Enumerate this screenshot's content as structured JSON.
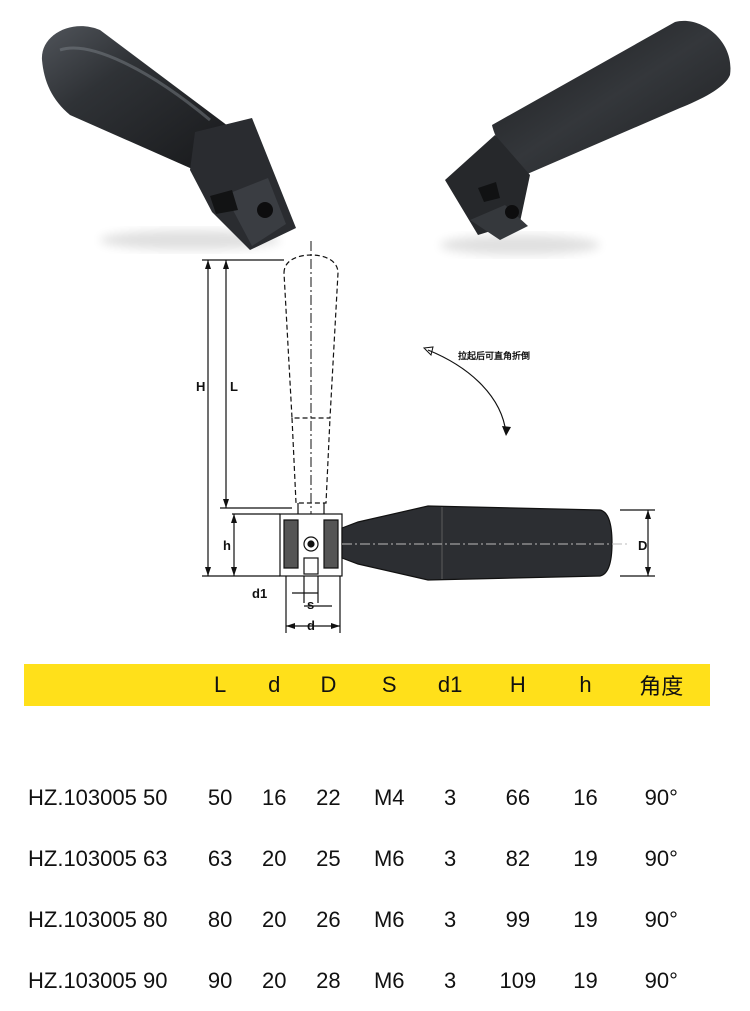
{
  "photos": [
    {
      "name": "handle-photo-left"
    },
    {
      "name": "handle-photo-right"
    }
  ],
  "drawing": {
    "labels": {
      "H": "H",
      "L": "L",
      "h": "h",
      "D": "D",
      "d1": "d1",
      "s": "s",
      "d": "d"
    },
    "note": "拉起后可直角折倒"
  },
  "table": {
    "headers": [
      "",
      "L",
      "d",
      "D",
      "S",
      "d1",
      "H",
      "h",
      "角度"
    ],
    "rows": [
      [
        "HZ.103005 50",
        "50",
        "16",
        "22",
        "M4",
        "3",
        "66",
        "16",
        "90°"
      ],
      [
        "HZ.103005 63",
        "63",
        "20",
        "25",
        "M6",
        "3",
        "82",
        "19",
        "90°"
      ],
      [
        "HZ.103005 80",
        "80",
        "20",
        "26",
        "M6",
        "3",
        "99",
        "19",
        "90°"
      ],
      [
        "HZ.103005 90",
        "90",
        "20",
        "28",
        "M6",
        "3",
        "109",
        "19",
        "90°"
      ]
    ]
  },
  "colors": {
    "header_bg": "#ffe01a",
    "handle_dark": "#2a2c30"
  }
}
